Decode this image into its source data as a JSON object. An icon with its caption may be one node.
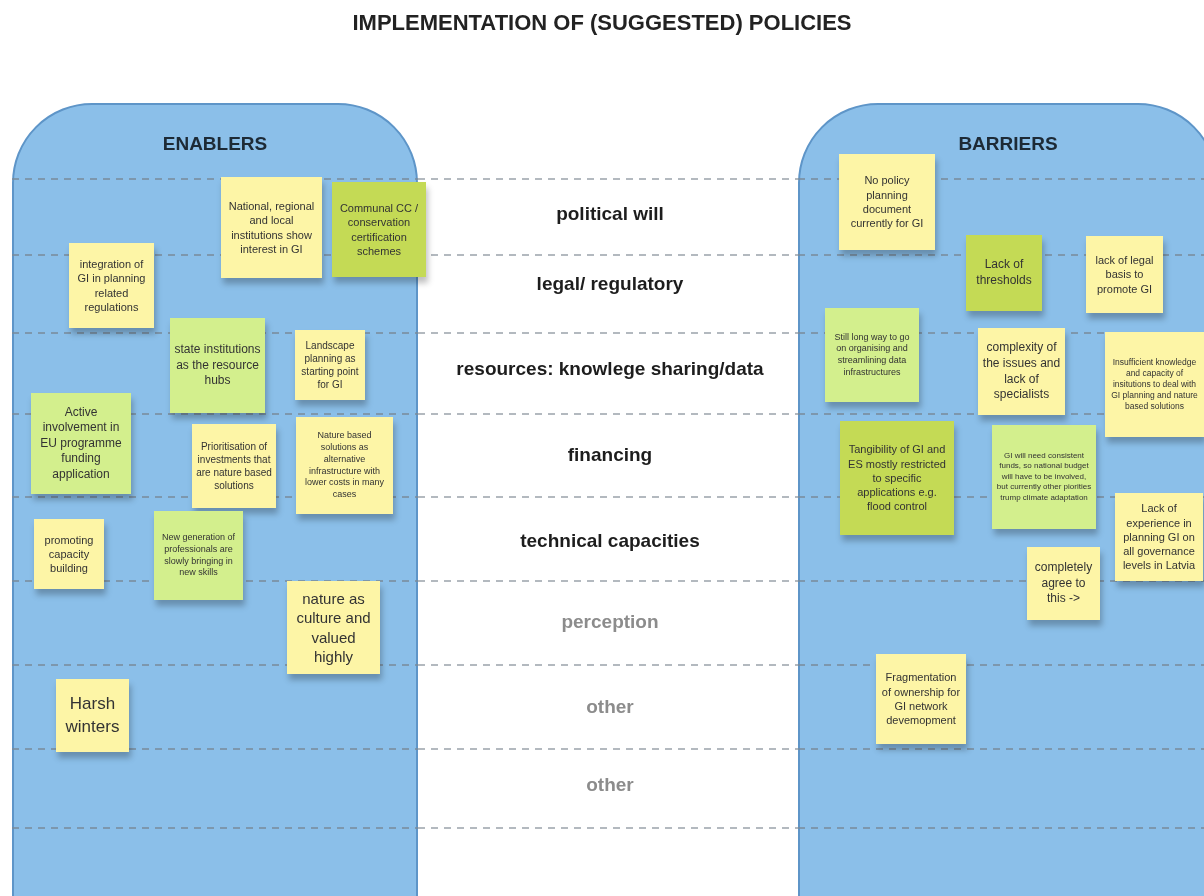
{
  "diagram": {
    "title": "IMPLEMENTATION OF (SUGGESTED) POLICIES",
    "nodes": [
      {
        "text": [
          "ENABLERS"
        ]
      },
      {
        "text": [
          "National, regional and local institutions show interest in GI"
        ],
        "in": 0
      },
      {
        "text": [
          "Communal CC / conservation certification schemes"
        ],
        "in": 0
      },
      {
        "text": [
          "integration of GI in planning related regulations"
        ],
        "in": 0
      },
      {
        "text": [
          "state institutions as the resource hubs"
        ],
        "in": 0
      },
      {
        "text": [
          "Landscape planning as starting point for GI"
        ],
        "in": 0
      },
      {
        "text": [
          "Active involvement in EU programme funding application"
        ],
        "in": 0
      },
      {
        "text": [
          "Prioritisation of investments that are nature based solutions"
        ],
        "in": 0
      },
      {
        "text": [
          "Nature based solutions as alternative infrastructure with lower costs in many cases"
        ],
        "in": 0
      },
      {
        "text": [
          "promoting capacity building"
        ],
        "in": 0
      },
      {
        "text": [
          "New generation of professionals are slowly bringing in new skills"
        ],
        "in": 0
      },
      {
        "text": [
          "nature as culture and valued highly"
        ],
        "in": 0
      },
      {
        "text": [
          "Harsh winters"
        ],
        "in": 0
      },
      {
        "text": [
          "BARRIERS"
        ]
      },
      {
        "text": [
          "No policy planning document currently for GI"
        ],
        "in": 13
      },
      {
        "text": [
          "Lack of thresholds"
        ],
        "in": 13
      },
      {
        "text": [
          "lack of legal basis to promote GI"
        ],
        "in": 13
      },
      {
        "text": [
          "Still long way to go on organising and streamlining data infrastructures"
        ],
        "in": 13
      },
      {
        "text": [
          "complexity of the issues and lack of specialists"
        ],
        "in": 13
      },
      {
        "text": [
          "Insufficient knowledge and capacity of insitutions to deal with GI planning and nature based solutions"
        ],
        "in": 13
      },
      {
        "text": [
          "Tangibility of GI and ES mostly restricted to specific applications e.g. flood control"
        ],
        "in": 13
      },
      {
        "text": [
          "GI will need consistent funds, so national budget will have to be involved, but currently other piorities trump climate adaptation"
        ],
        "in": 13
      },
      {
        "text": [
          "Lack of experience in planning GI on all governance levels in Latvia"
        ],
        "in": 13
      },
      {
        "text": [
          "completely agree to this ->"
        ],
        "in": 13
      },
      {
        "text": [
          "Fragmentation of ownership for GI network devemopment"
        ],
        "in": 13
      }
    ],
    "labels": [
      "political will",
      "legal/ regulatory",
      "resources: knowlege sharing/data",
      "financing",
      "technical capacities",
      "perception",
      "other",
      "other"
    ]
  }
}
